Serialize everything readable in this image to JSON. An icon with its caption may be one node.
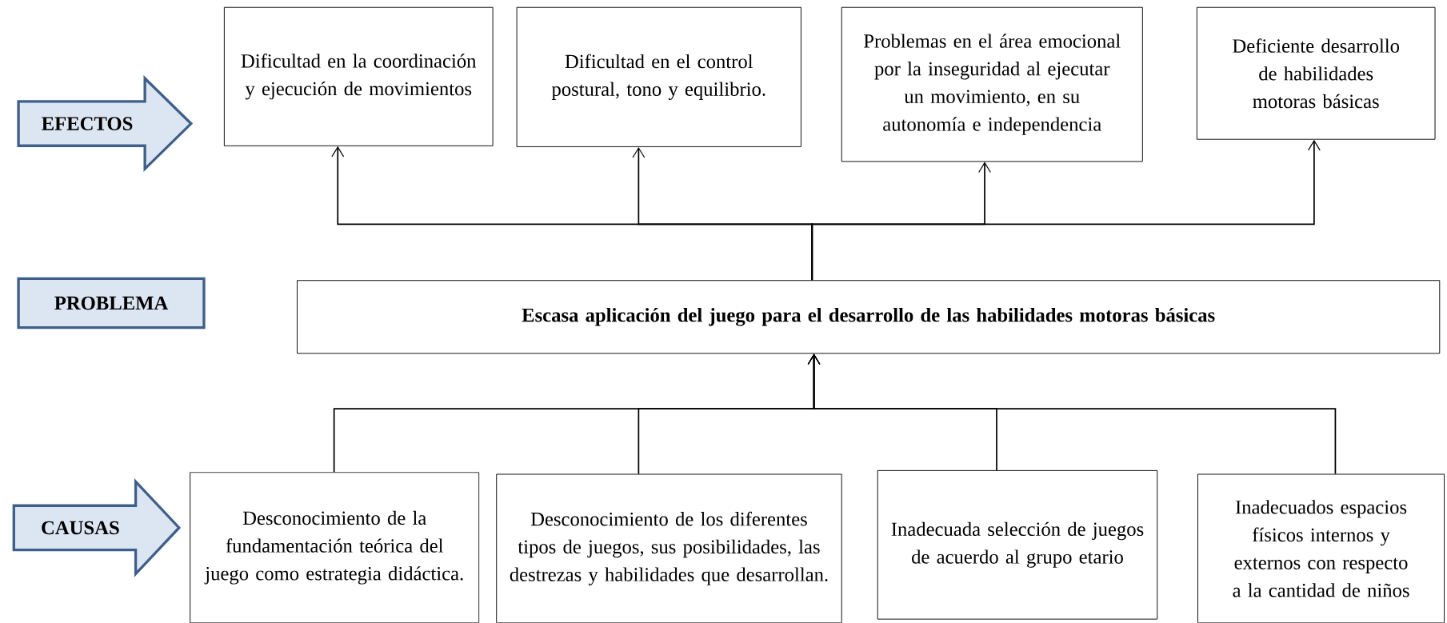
{
  "diagram": {
    "nodes": [
      {
        "text": [
          "EFECTOS"
        ]
      },
      {
        "text": [
          "Dificultad en la coordinación y ejecución de movimientos"
        ]
      },
      {
        "text": [
          "Dificultad en el control postural, tono y equilibrio."
        ]
      },
      {
        "text": [
          "Problemas en el área emocional por la inseguridad al ejecutar un movimiento, en su autonomía e independencia"
        ]
      },
      {
        "text": [
          "Deficiente desarrollo de habilidades motoras básicas"
        ]
      },
      {
        "text": [
          "PROBLEMA"
        ]
      },
      {
        "text": [
          "Escasa aplicación del juego para el desarrollo de las habilidades motoras básicas"
        ]
      },
      {
        "text": [
          "CAUSAS"
        ]
      },
      {
        "text": [
          "Desconocimiento de la fundamentación teórica del juego como estrategia didáctica."
        ]
      },
      {
        "text": [
          "Desconocimiento de los diferentes tipos de juegos, sus posibilidades, las destrezas y habilidades que desarrollan."
        ]
      },
      {
        "text": [
          "Inadecuada selección de juegos de acuerdo al grupo etario"
        ]
      },
      {
        "text": [
          "Inadecuados espacios físicos internos y externos con respecto a la cantidad de niños"
        ]
      }
    ],
    "edges": [
      {
        "from": 6,
        "to": 1,
        "arrow": "to"
      },
      {
        "from": 6,
        "to": 2,
        "arrow": "to"
      },
      {
        "from": 6,
        "to": 3,
        "arrow": "to"
      },
      {
        "from": 6,
        "to": 4,
        "arrow": "to"
      },
      {
        "from": 8,
        "to": 6,
        "arrow": "to"
      },
      {
        "from": 9,
        "to": 6,
        "arrow": "to"
      },
      {
        "from": 10,
        "to": 6,
        "arrow": "to"
      },
      {
        "from": 11,
        "to": 6,
        "arrow": "to"
      }
    ]
  }
}
